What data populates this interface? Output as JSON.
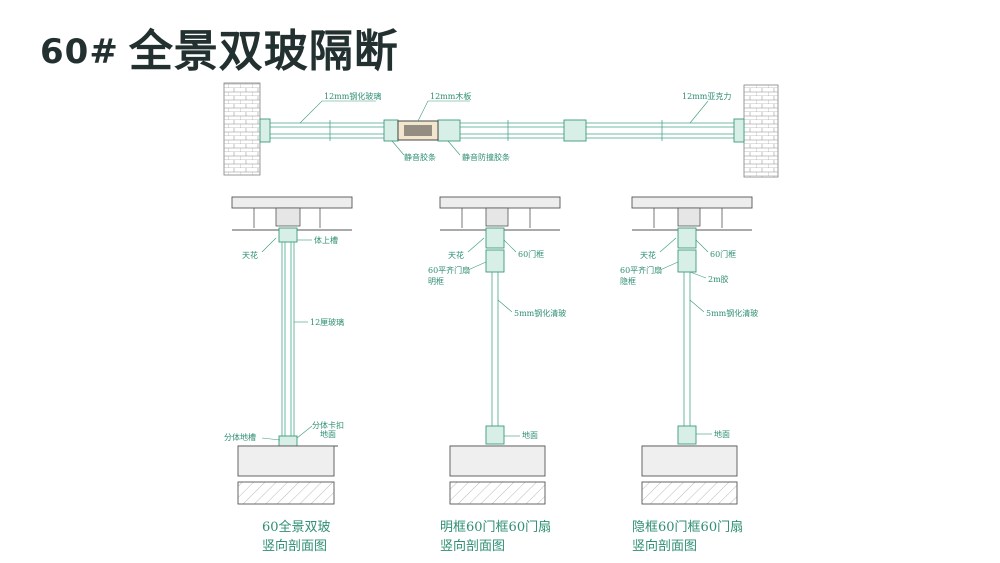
{
  "title": {
    "number": "60#",
    "text": "全景双玻隔断"
  },
  "plan": {
    "labels": {
      "glass_12mm": "12mm钢化玻璃",
      "wood_12mm": "12mm木板",
      "acrylic_12mm": "12mm亚克力",
      "seal_strip": "静音胶条",
      "seal_strip_2": "静音防撞胶条"
    }
  },
  "sections": [
    {
      "labels": {
        "ceiling": "天花",
        "top_track": "体上槽",
        "glass": "12厘玻璃",
        "bottom_track": "分体地槽",
        "clip": "分体卡扣",
        "floor": "地面"
      },
      "caption_line1": "60全景双玻",
      "caption_line2": "竖向剖面图"
    },
    {
      "labels": {
        "ceiling": "天花",
        "door_frame": "60门框",
        "leaf_1": "60平齐门扇",
        "leaf_2": "明框",
        "glass": "5mm钢化清玻",
        "floor": "地面"
      },
      "caption_line1": "明框60门框60门扇",
      "caption_line2": "竖向剖面图"
    },
    {
      "labels": {
        "ceiling": "天花",
        "door_frame": "60门框",
        "leaf_1": "60平齐门扇",
        "leaf_2": "隐框",
        "glue": "2m胶",
        "glass": "5mm钢化清玻",
        "floor": "地面"
      },
      "caption_line1": "隐框60门框60门扇",
      "caption_line2": "竖向剖面图"
    }
  ]
}
